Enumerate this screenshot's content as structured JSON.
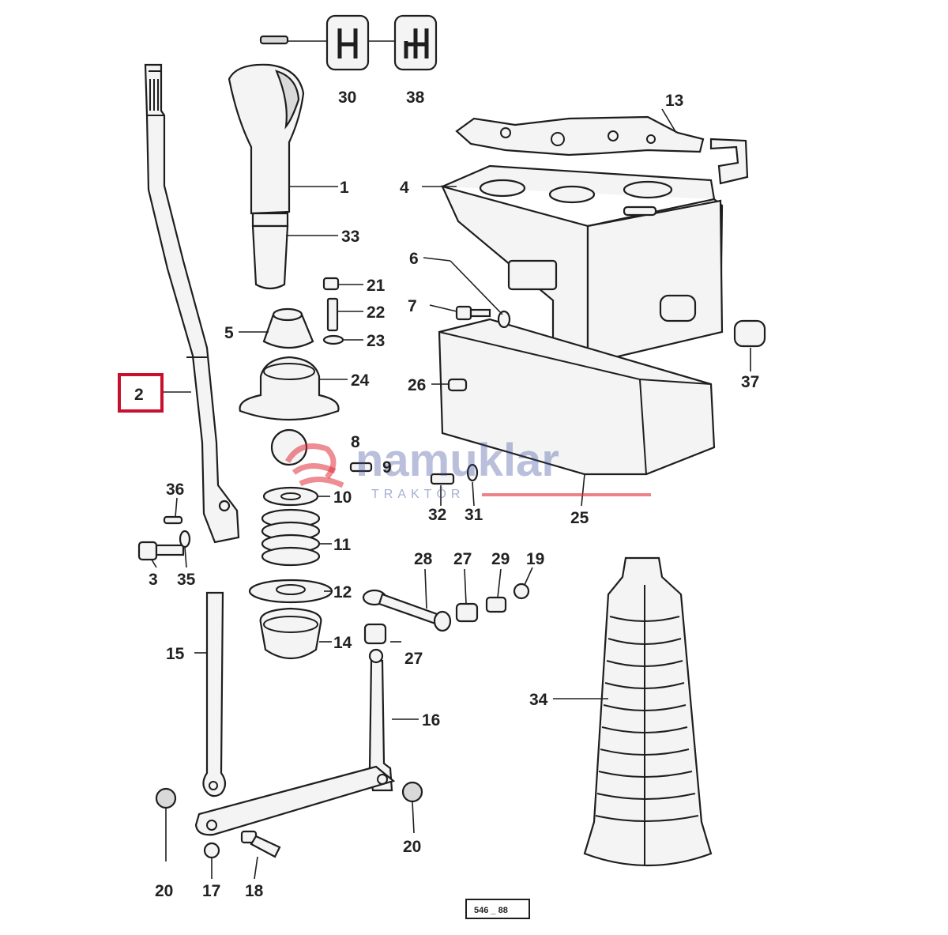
{
  "diagram": {
    "reference_code": "546 _ 88",
    "highlighted_label": "2",
    "watermark": {
      "brand": "namuklar",
      "sub": "TRAKTÖR",
      "color": "#3b4d9a",
      "accent": "#e0303a"
    },
    "highlight_color": "#c8102e",
    "labels": [
      {
        "id": "l1",
        "text": "1"
      },
      {
        "id": "l2",
        "text": "2"
      },
      {
        "id": "l3",
        "text": "3"
      },
      {
        "id": "l4",
        "text": "4"
      },
      {
        "id": "l5",
        "text": "5"
      },
      {
        "id": "l6",
        "text": "6"
      },
      {
        "id": "l7",
        "text": "7"
      },
      {
        "id": "l8",
        "text": "8"
      },
      {
        "id": "l9",
        "text": "9"
      },
      {
        "id": "l10",
        "text": "10"
      },
      {
        "id": "l11",
        "text": "11"
      },
      {
        "id": "l12",
        "text": "12"
      },
      {
        "id": "l13",
        "text": "13"
      },
      {
        "id": "l14",
        "text": "14"
      },
      {
        "id": "l15",
        "text": "15"
      },
      {
        "id": "l16",
        "text": "16"
      },
      {
        "id": "l17",
        "text": "17"
      },
      {
        "id": "l18",
        "text": "18"
      },
      {
        "id": "l19",
        "text": "19"
      },
      {
        "id": "l20a",
        "text": "20"
      },
      {
        "id": "l20b",
        "text": "20"
      },
      {
        "id": "l21",
        "text": "21"
      },
      {
        "id": "l22",
        "text": "22"
      },
      {
        "id": "l23",
        "text": "23"
      },
      {
        "id": "l24",
        "text": "24"
      },
      {
        "id": "l25",
        "text": "25"
      },
      {
        "id": "l26",
        "text": "26"
      },
      {
        "id": "l27a",
        "text": "27"
      },
      {
        "id": "l27b",
        "text": "27"
      },
      {
        "id": "l28",
        "text": "28"
      },
      {
        "id": "l29",
        "text": "29"
      },
      {
        "id": "l30",
        "text": "30"
      },
      {
        "id": "l31",
        "text": "31"
      },
      {
        "id": "l32",
        "text": "32"
      },
      {
        "id": "l33",
        "text": "33"
      },
      {
        "id": "l34",
        "text": "34"
      },
      {
        "id": "l35",
        "text": "35"
      },
      {
        "id": "l36",
        "text": "36"
      },
      {
        "id": "l37",
        "text": "37"
      },
      {
        "id": "l38",
        "text": "38"
      }
    ]
  }
}
